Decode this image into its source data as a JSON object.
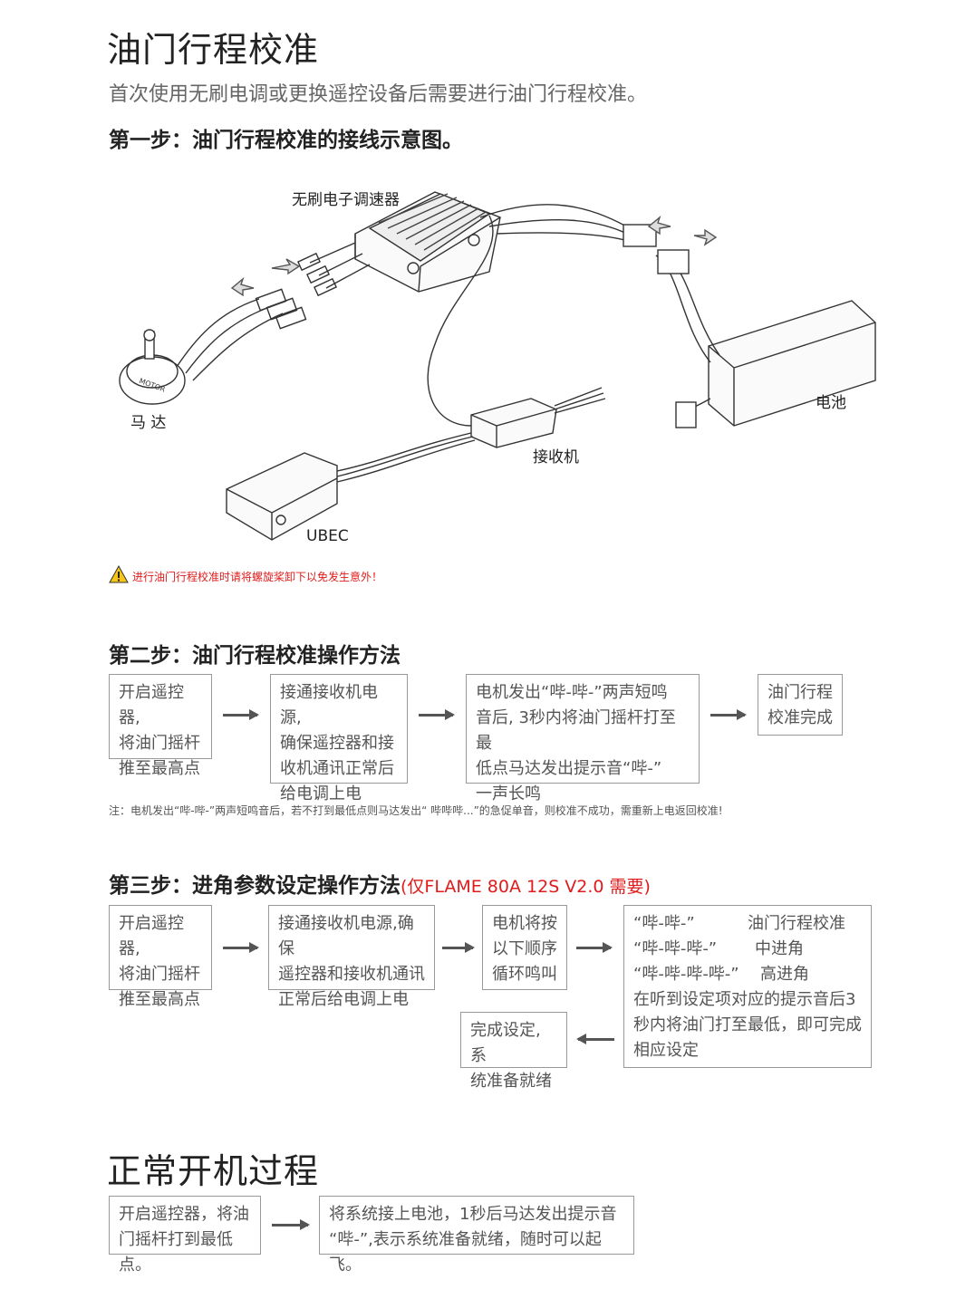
{
  "calibration": {
    "title": "油门行程校准",
    "subtitle": "首次使用无刷电调或更换遥控设备后需要进行油门行程校准。",
    "step1_title": "第一步：油门行程校准的接线示意图。",
    "diagram_labels": {
      "esc": "无刷电子调速器",
      "motor": "马 达",
      "motor_text": "MOTOR",
      "battery": "电池",
      "receiver": "接收机",
      "ubec": "UBEC"
    },
    "warning": "进行油门行程校准时请将螺旋桨卸下以免发生意外！",
    "step2_title": "第二步：油门行程校准操作方法",
    "step2_boxes": [
      [
        "开启遥控器,",
        "将油门摇杆",
        "推至最高点"
      ],
      [
        "接通接收机电源,",
        "确保遥控器和接",
        "收机通讯正常后",
        "给电调上电"
      ],
      [
        "电机发出“哔-哔-”两声短鸣",
        "音后, 3秒内将油门摇杆打至最",
        "低点马达发出提示音“哔-”",
        "一声长鸣"
      ],
      [
        "油门行程",
        "校准完成"
      ]
    ],
    "step2_note": "注：电机发出“哔-哔-”两声短鸣音后，若不打到最低点则马达发出“ 哔哔哔...”的急促单音，则校准不成功，需重新上电返回校准!",
    "step3_title": "第三步：进角参数设定操作方法",
    "step3_title_red": "(仅FLAME 80A 12S V2.0 需要)",
    "step3_boxes": [
      [
        "开启遥控器,",
        "将油门摇杆",
        "推至最高点"
      ],
      [
        "接通接收机电源,确保",
        "遥控器和接收机通讯",
        "正常后给电调上电"
      ],
      [
        "电机将按",
        "以下顺序",
        "循环鸣叫"
      ]
    ],
    "step3_beeps": [
      {
        "sound": "“哔-哔-”",
        "meaning": "油门行程校准"
      },
      {
        "sound": "“哔-哔-哔-”",
        "meaning": "中进角"
      },
      {
        "sound": "“哔-哔-哔-哔-”",
        "meaning": "高进角"
      }
    ],
    "step3_big_text": [
      "在听到设定项对应的提示音后3",
      "秒内将油门打至最低，即可完成",
      "相应设定"
    ],
    "step3_done": [
      "完成设定, 系",
      "统准备就绪"
    ]
  },
  "startup": {
    "title": "正常开机过程",
    "boxes": [
      [
        "开启遥控器，将油",
        "门摇杆打到最低点。"
      ],
      [
        "将系统接上电池，1秒后马达发出提示音",
        "“哔-”,表示系统准备就绪，随时可以起飞。"
      ]
    ]
  }
}
